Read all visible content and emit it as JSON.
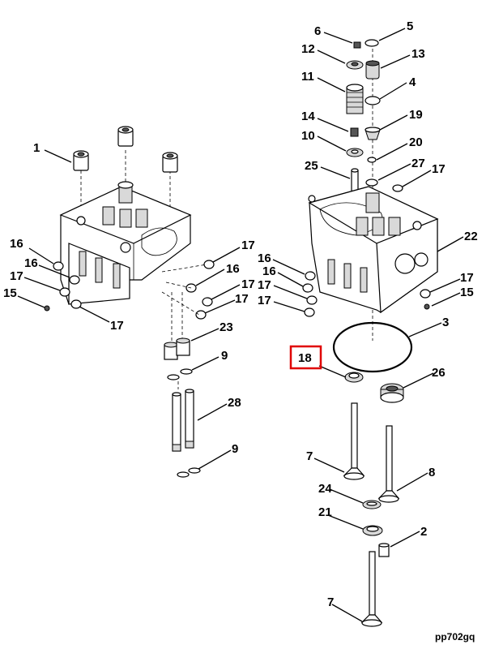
{
  "diagram": {
    "reference_code": "pp702gq",
    "highlight_color": "#e00000",
    "callouts": [
      {
        "id": "c1",
        "label": "1"
      },
      {
        "id": "c16a",
        "label": "16"
      },
      {
        "id": "c16b",
        "label": "16"
      },
      {
        "id": "c17a",
        "label": "17"
      },
      {
        "id": "c15a",
        "label": "15"
      },
      {
        "id": "c17b",
        "label": "17"
      },
      {
        "id": "c17c",
        "label": "17"
      },
      {
        "id": "c16c",
        "label": "16"
      },
      {
        "id": "c17d",
        "label": "17"
      },
      {
        "id": "c17e",
        "label": "17"
      },
      {
        "id": "c23",
        "label": "23"
      },
      {
        "id": "c9a",
        "label": "9"
      },
      {
        "id": "c28",
        "label": "28"
      },
      {
        "id": "c9b",
        "label": "9"
      },
      {
        "id": "c6",
        "label": "6"
      },
      {
        "id": "c5",
        "label": "5"
      },
      {
        "id": "c12",
        "label": "12"
      },
      {
        "id": "c13",
        "label": "13"
      },
      {
        "id": "c11",
        "label": "11"
      },
      {
        "id": "c4",
        "label": "4"
      },
      {
        "id": "c14",
        "label": "14"
      },
      {
        "id": "c19",
        "label": "19"
      },
      {
        "id": "c10",
        "label": "10"
      },
      {
        "id": "c20",
        "label": "20"
      },
      {
        "id": "c25",
        "label": "25"
      },
      {
        "id": "c27",
        "label": "27"
      },
      {
        "id": "c17f",
        "label": "17"
      },
      {
        "id": "c22",
        "label": "22"
      },
      {
        "id": "c16d",
        "label": "16"
      },
      {
        "id": "c16e",
        "label": "16"
      },
      {
        "id": "c17g",
        "label": "17"
      },
      {
        "id": "c17h",
        "label": "17"
      },
      {
        "id": "c17i",
        "label": "17"
      },
      {
        "id": "c15b",
        "label": "15"
      },
      {
        "id": "c3",
        "label": "3"
      },
      {
        "id": "c18",
        "label": "18",
        "highlighted": true
      },
      {
        "id": "c26",
        "label": "26"
      },
      {
        "id": "c7a",
        "label": "7"
      },
      {
        "id": "c8",
        "label": "8"
      },
      {
        "id": "c24",
        "label": "24"
      },
      {
        "id": "c21",
        "label": "21"
      },
      {
        "id": "c2",
        "label": "2"
      },
      {
        "id": "c7b",
        "label": "7"
      }
    ]
  }
}
